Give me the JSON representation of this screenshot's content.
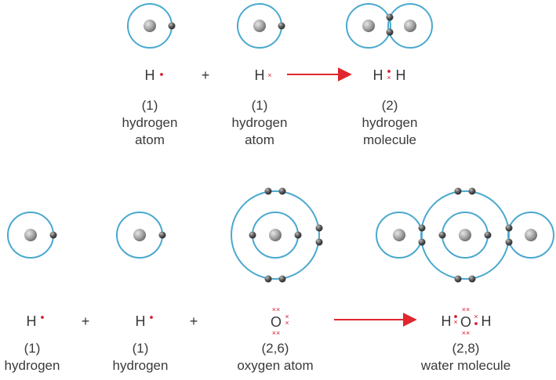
{
  "colors": {
    "orbit": "#4aa9cf",
    "arrow": "#e0262e",
    "electron_dot": "#d21f2e",
    "nucleus": "#9a9a9a",
    "electron": "#4a4a4a",
    "text": "#3a3a3a"
  },
  "symbols": {
    "hydrogen": "H",
    "oxygen": "O",
    "plus": "+"
  },
  "top_row": {
    "items": [
      {
        "number": "(1)",
        "name_line1": "hydrogen",
        "name_line2": "atom"
      },
      {
        "number": "(1)",
        "name_line1": "hydrogen",
        "name_line2": "atom"
      },
      {
        "number": "(2)",
        "name_line1": "hydrogen",
        "name_line2": "molecule"
      }
    ]
  },
  "bottom_row": {
    "items": [
      {
        "number": "(1)",
        "name_line1": "hydrogen"
      },
      {
        "number": "(1)",
        "name_line1": "hydrogen"
      },
      {
        "number": "(2,6)",
        "name_line1": "oxygen atom"
      },
      {
        "number": "(2,8)",
        "name_line1": "water molecule"
      }
    ]
  }
}
